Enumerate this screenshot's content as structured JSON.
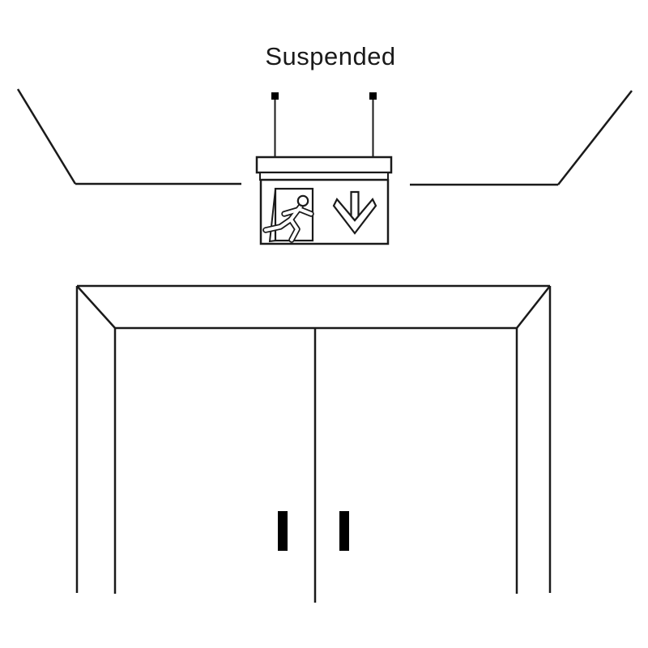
{
  "title": "Suspended",
  "colors": {
    "background": "#ffffff",
    "line": "#1a1a1a",
    "fill_solid": "#000000",
    "sign_fill": "#ffffff"
  },
  "diagram": {
    "mounting_label": "Suspended",
    "icons": [
      "running-man-icon",
      "down-arrow-icon",
      "ceiling-mount-icon"
    ],
    "scene": [
      "ceiling",
      "suspension-rods",
      "exit-sign",
      "double-doors",
      "door-handles"
    ]
  }
}
